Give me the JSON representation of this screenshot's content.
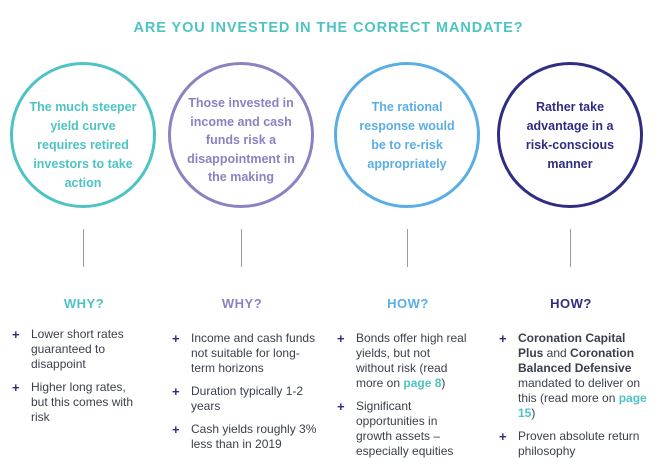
{
  "title": "ARE YOU INVESTED IN THE CORRECT MANDATE?",
  "colors": {
    "title": "#4ec3c3",
    "circle1": "#4ec3c3",
    "circle2": "#8a82c2",
    "circle3": "#5aaee3",
    "circle4": "#2f2d83",
    "connector": "#9a9a9a",
    "body_text": "#3a3f4a",
    "plus": "#2f2d83"
  },
  "steps": [
    {
      "circle_text": "The much steeper yield curve requires retired investors to take action",
      "heading": "WHY?",
      "bullets": [
        {
          "parts": [
            {
              "text": "Lower short rates guaranteed to disappoint",
              "style": "normal"
            }
          ]
        },
        {
          "parts": [
            {
              "text": "Higher long rates, but this comes with risk",
              "style": "normal"
            }
          ]
        }
      ]
    },
    {
      "circle_text": "Those invested in income and cash funds risk a disappointment in the making",
      "heading": "WHY?",
      "bullets": [
        {
          "parts": [
            {
              "text": "Income and cash funds not suitable for long-term horizons",
              "style": "normal"
            }
          ]
        },
        {
          "parts": [
            {
              "text": "Duration typically 1-2 years",
              "style": "normal"
            }
          ]
        },
        {
          "parts": [
            {
              "text": "Cash yields roughly 3% less than in 2019",
              "style": "normal"
            }
          ]
        }
      ]
    },
    {
      "circle_text": "The rational response would be to re-risk appropriately",
      "heading": "HOW?",
      "bullets": [
        {
          "parts": [
            {
              "text": "Bonds offer high real yields, but not without risk (read more on ",
              "style": "normal"
            },
            {
              "text": "page 8",
              "style": "link"
            },
            {
              "text": ")",
              "style": "normal"
            }
          ]
        },
        {
          "parts": [
            {
              "text": "Significant opportunities in growth assets – especially equities",
              "style": "normal"
            }
          ]
        }
      ]
    },
    {
      "circle_text": "Rather take advantage in a risk-conscious manner",
      "heading": "HOW?",
      "bullets": [
        {
          "parts": [
            {
              "text": "Coronation Capital Plus",
              "style": "bold"
            },
            {
              "text": " and ",
              "style": "normal"
            },
            {
              "text": "Coronation Balanced Defensive",
              "style": "bold"
            },
            {
              "text": " mandated to deliver on this (read more on ",
              "style": "normal"
            },
            {
              "text": "page 15",
              "style": "link"
            },
            {
              "text": ")",
              "style": "normal"
            }
          ]
        },
        {
          "parts": [
            {
              "text": "Proven absolute return philosophy",
              "style": "normal"
            }
          ]
        }
      ]
    }
  ]
}
